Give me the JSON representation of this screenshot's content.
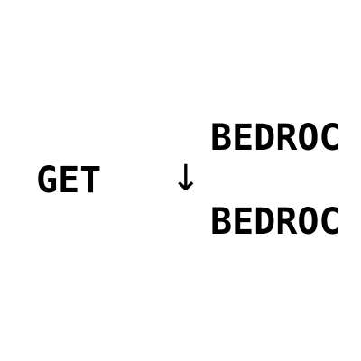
{
  "left": {
    "text": "GET"
  },
  "arrow": {
    "glyph": "↓",
    "icon": "down-arrow-icon"
  },
  "right": {
    "top_text": "BEDROC",
    "bottom_text": "BEDROC"
  }
}
